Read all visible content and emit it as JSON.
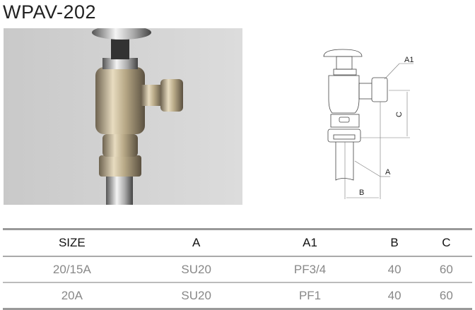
{
  "title": "WPAV-202",
  "diagram_labels": {
    "a1": "A1",
    "c": "C",
    "a": "A",
    "b": "B"
  },
  "table": {
    "headers": [
      "SIZE",
      "A",
      "A1",
      "B",
      "C"
    ],
    "rows": [
      [
        "20/15A",
        "SU20",
        "PF3/4",
        "40",
        "60"
      ],
      [
        "20A",
        "SU20",
        "PF1",
        "40",
        "60"
      ]
    ]
  }
}
